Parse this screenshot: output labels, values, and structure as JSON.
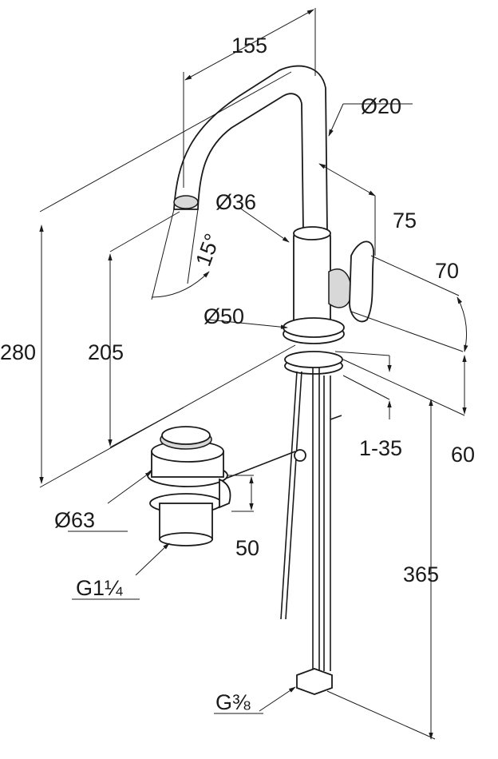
{
  "title": "Faucet dimension drawing",
  "dimensions": {
    "spout_reach": "155",
    "spout_diameter": "Ø20",
    "body_diameter": "Ø36",
    "handle_offset": "75",
    "spout_angle": "15°",
    "handle_height": "70",
    "total_height": "280",
    "spout_height": "205",
    "base_diameter": "Ø50",
    "deck_thickness": "1-35",
    "base_to_handle": "60",
    "waste_diameter": "Ø63",
    "waste_height": "50",
    "waste_thread": "G1¼",
    "hose_length": "365",
    "hose_thread": "G⅜"
  }
}
